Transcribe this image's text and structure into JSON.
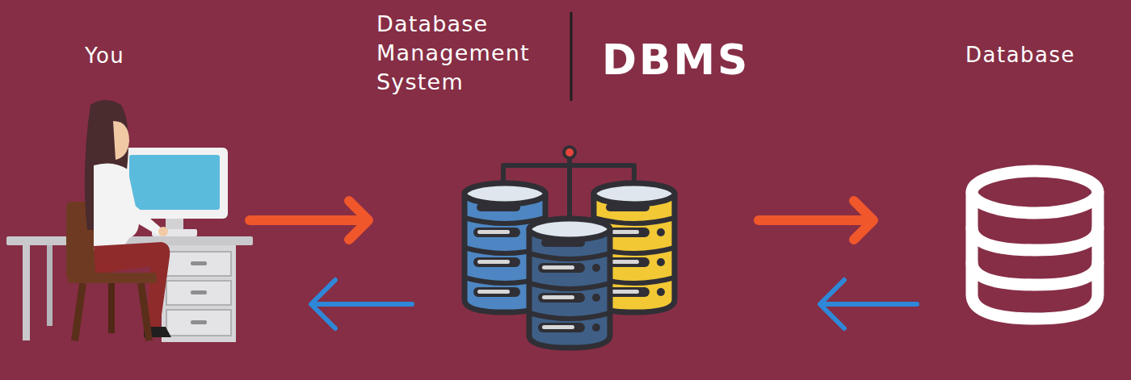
{
  "diagram": {
    "nodes": [
      {
        "text": [
          "You"
        ]
      },
      {
        "text": [
          "Database Management System",
          "DBMS"
        ]
      },
      {
        "text": [
          "Database"
        ]
      }
    ],
    "edges": [
      {
        "from": 0,
        "to": 1,
        "arrow": "to"
      },
      {
        "from": 1,
        "to": 0,
        "arrow": "to"
      },
      {
        "from": 1,
        "to": 2,
        "arrow": "to"
      },
      {
        "from": 2,
        "to": 1,
        "arrow": "to"
      }
    ]
  }
}
